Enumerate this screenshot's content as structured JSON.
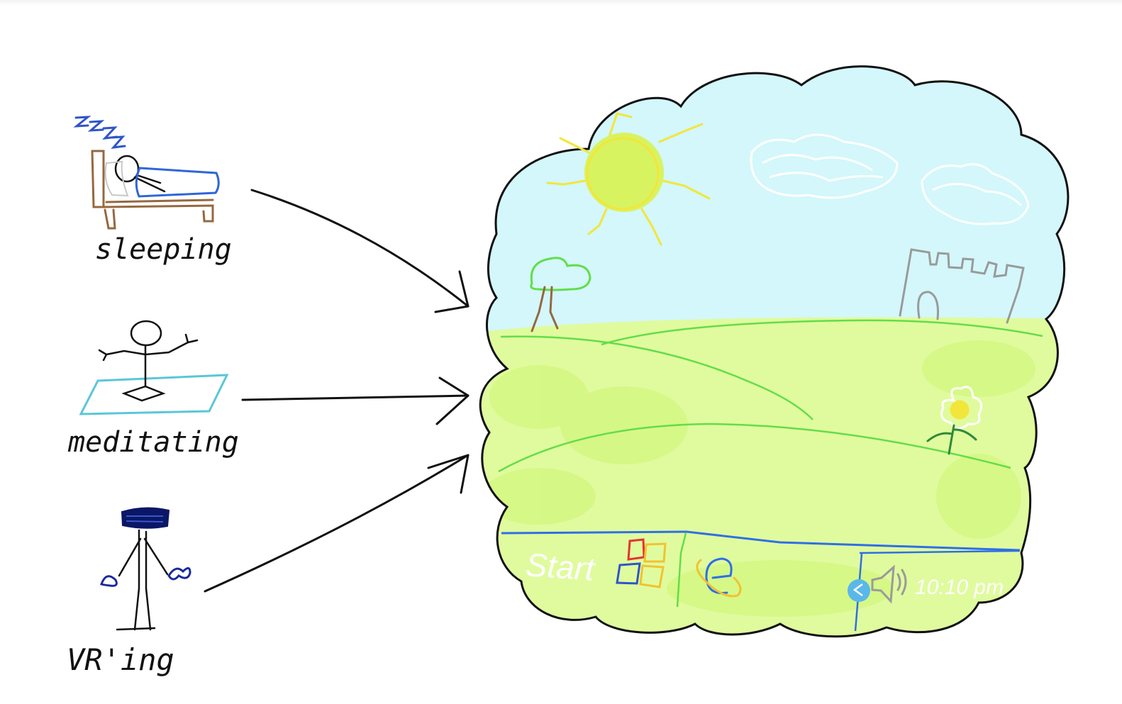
{
  "labels": {
    "sleeping": "sleeping",
    "meditating": "meditating",
    "vring": "VR'ing"
  },
  "zzz": "zzz",
  "dream": {
    "taskbar": {
      "start": "Start",
      "clock": "10:10 pm"
    }
  },
  "colors": {
    "sky": "#d3f7fb",
    "grass": "#e0fb9e",
    "grass_dark": "#c9f46a",
    "sun": "#d8f24f",
    "sun_rays": "#f2e63b",
    "bed": "#96683f",
    "blanket": "#2f66d8",
    "mat": "#5bc6d8",
    "headset": "#0b1766",
    "castle": "#9a9a9a",
    "taskbar_line": "#2f6fe6"
  }
}
